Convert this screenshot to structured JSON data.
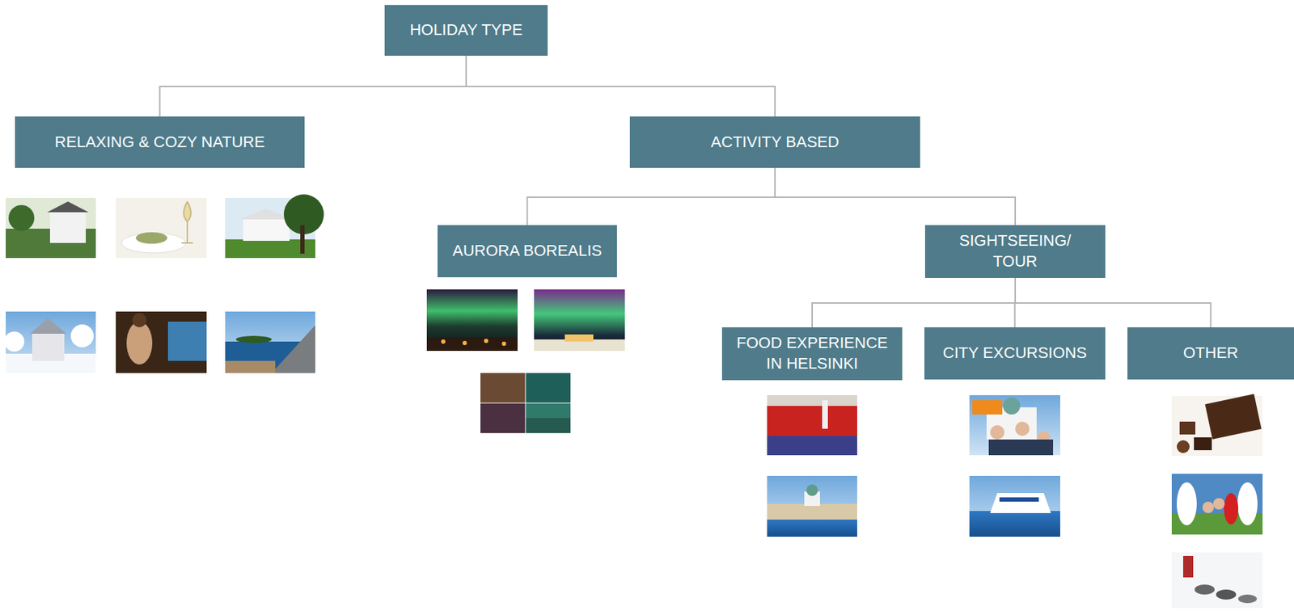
{
  "diagram": {
    "nodes": [
      {
        "text": [
          "HOLIDAY TYPE"
        ]
      },
      {
        "text": [
          "RELAXING & COZY NATURE"
        ]
      },
      {
        "text": [
          "ACTIVITY BASED"
        ]
      },
      {
        "text": [
          "AURORA BOREALIS"
        ]
      },
      {
        "text": [
          "SIGHTSEEING/ TOUR"
        ]
      },
      {
        "text": [
          "FOOD EXPERIENCE IN HELSINKI"
        ]
      },
      {
        "text": [
          "CITY EXCURSIONS"
        ]
      },
      {
        "text": [
          "OTHER"
        ]
      }
    ],
    "edges": [
      {
        "from": 0,
        "to": 1,
        "arrow": "none"
      },
      {
        "from": 0,
        "to": 2,
        "arrow": "none"
      },
      {
        "from": 2,
        "to": 3,
        "arrow": "none"
      },
      {
        "from": 2,
        "to": 4,
        "arrow": "none"
      },
      {
        "from": 4,
        "to": 5,
        "arrow": "none"
      },
      {
        "from": 4,
        "to": 6,
        "arrow": "none"
      },
      {
        "from": 4,
        "to": 7,
        "arrow": "none"
      }
    ]
  }
}
